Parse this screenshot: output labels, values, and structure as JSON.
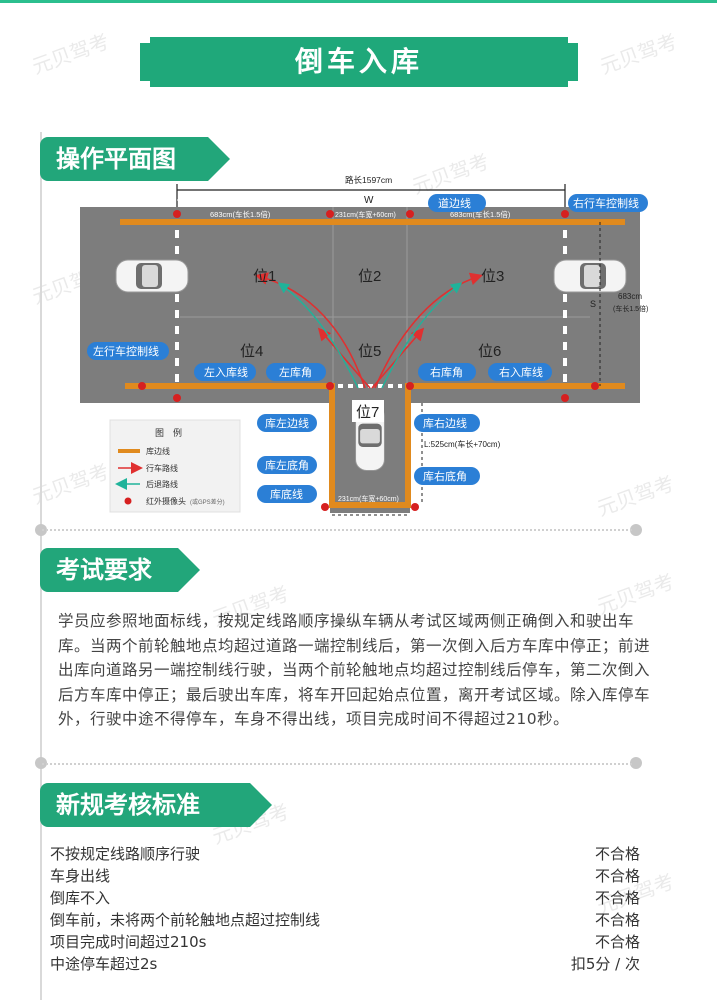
{
  "title": "倒车入库",
  "watermark": "元贝驾考",
  "sections": {
    "plan": "操作平面图",
    "requirements": "考试要求",
    "standards": "新规考核标准"
  },
  "diagram": {
    "road_length": "路长1597cm",
    "w": "W",
    "left_segment": "683cm(车长1.5倍)",
    "mid_width_top": "231cm(车宽+60cm)",
    "right_segment": "683cm(车长1.5倍)",
    "side_dimension": "683cm",
    "side_dimension_note": "(车长1.5倍)",
    "s": "S",
    "bay_length": "L:525cm(车长+70cm)",
    "mid_width_bottom": "231cm(车宽+60cm)",
    "positions": [
      "位1",
      "位2",
      "位3",
      "位4",
      "位5",
      "位6",
      "位7"
    ],
    "callouts": {
      "road_edge": "道边线",
      "right_control": "右行车控制线",
      "left_control": "左行车控制线",
      "left_entry": "左入库线",
      "left_corner": "左库角",
      "right_corner": "右库角",
      "right_entry": "右入库线",
      "bay_left_edge": "库左边线",
      "bay_left_bottom_corner": "库左底角",
      "bay_bottom": "库底线",
      "bay_right_edge": "库右边线",
      "bay_right_bottom_corner": "库右底角"
    },
    "legend": {
      "title": "图　例",
      "items": [
        "库边线",
        "行车路线",
        "后退路线",
        "红外摄像头"
      ],
      "note": "(或GPS差分)"
    }
  },
  "requirements_text": "学员应参照地面标线，按规定线路顺序操纵车辆从考试区域两侧正确倒入和驶出车库。当两个前轮触地点均超过道路一端控制线后，第一次倒入后方车库中停正；前进出库向道路另一端控制线行驶，当两个前轮触地点均超过控制线后停车，第二次倒入后方车库中停正；最后驶出车库，将车开回起始点位置，离开考试区域。除入库停车外，行驶中途不得停车，车身不得出线，项目完成时间不得超过210秒。",
  "standards": [
    {
      "item": "不按规定线路顺序行驶",
      "result": "不合格"
    },
    {
      "item": "车身出线",
      "result": "不合格"
    },
    {
      "item": "倒库不入",
      "result": "不合格"
    },
    {
      "item": "倒车前，未将两个前轮触地点超过控制线",
      "result": "不合格"
    },
    {
      "item": "项目完成时间超过210s",
      "result": "不合格"
    },
    {
      "item": "中途停车超过2s",
      "result": "扣5分 / 次"
    }
  ],
  "colors": {
    "accent": "#22a67a",
    "callout": "#2b7fd6",
    "edge_line": "#e08a1e",
    "route_red": "#e03030",
    "route_teal": "#1fb39a",
    "asphalt": "#7d7d7d"
  }
}
